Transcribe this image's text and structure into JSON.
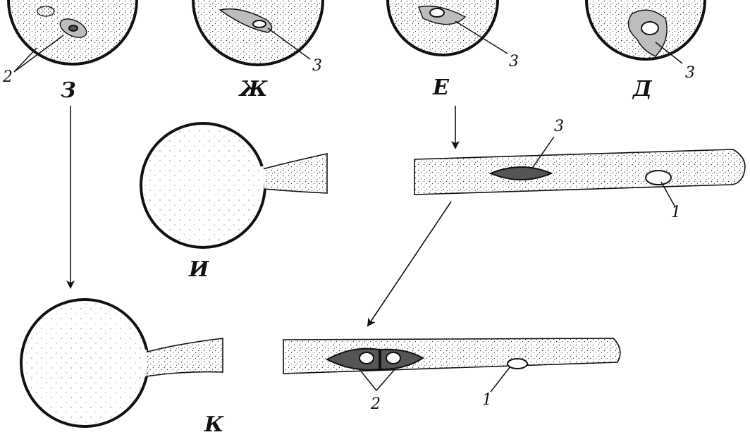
{
  "panels": {
    "z": "З",
    "zh": "Ж",
    "e": "Е",
    "d": "Д",
    "i": "И",
    "k": "К"
  },
  "labels": {
    "z_2": "2",
    "zh_3": "3",
    "e_3": "3",
    "d_3": "3",
    "tube_top_3": "3",
    "tube_top_1": "1",
    "tube_bottom_2": "2",
    "tube_bottom_1": "1"
  }
}
